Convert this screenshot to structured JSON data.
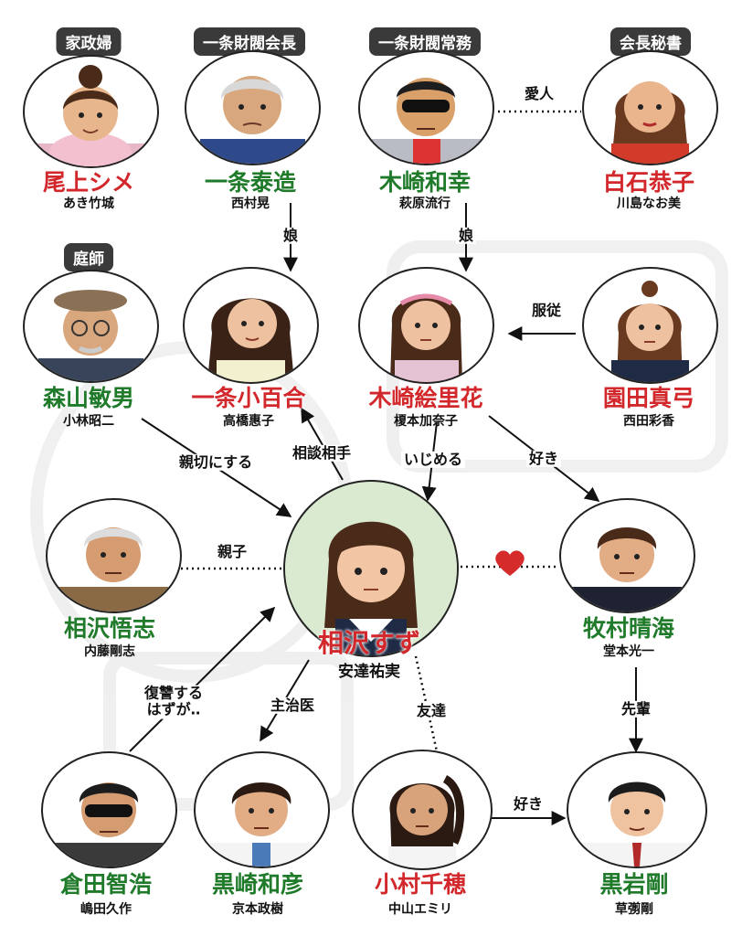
{
  "colors": {
    "protagonist_name": "#d2282c",
    "other_name": "#1f7a2a",
    "tag_bg": "#3a3a3a",
    "heart": "#d52b2b",
    "center_bg": "#d9ead0"
  },
  "characters": [
    {
      "id": "oue",
      "role": "家政婦",
      "name": "尾上シメ",
      "actor": "あき竹城",
      "name_color": "red"
    },
    {
      "id": "ichijo_taizo",
      "role": "一条財閥会長",
      "name": "一条泰造",
      "actor": "西村晃",
      "name_color": "green"
    },
    {
      "id": "kizaki_kazuyuki",
      "role": "一条財閥常務",
      "name": "木崎和幸",
      "actor": "萩原流行",
      "name_color": "green"
    },
    {
      "id": "shiraishi",
      "role": "会長秘書",
      "name": "白石恭子",
      "actor": "川島なお美",
      "name_color": "red"
    },
    {
      "id": "moriyama",
      "role": "庭師",
      "name": "森山敏男",
      "actor": "小林昭二",
      "name_color": "green"
    },
    {
      "id": "ichijo_sayuri",
      "name": "一条小百合",
      "actor": "高橋惠子",
      "name_color": "red"
    },
    {
      "id": "kizaki_erika",
      "name": "木崎絵里花",
      "actor": "榎本加奈子",
      "name_color": "red"
    },
    {
      "id": "sonoda",
      "name": "園田真弓",
      "actor": "西田彩香",
      "name_color": "red"
    },
    {
      "id": "aizawa_satoshi",
      "name": "相沢悟志",
      "actor": "内藤剛志",
      "name_color": "green"
    },
    {
      "id": "aizawa_suzu",
      "name": "相沢すず",
      "actor": "安達祐実",
      "name_color": "red"
    },
    {
      "id": "makimura",
      "name": "牧村晴海",
      "actor": "堂本光一",
      "name_color": "green"
    },
    {
      "id": "kurata",
      "name": "倉田智浩",
      "actor": "嶋田久作",
      "name_color": "green"
    },
    {
      "id": "kurosaki",
      "name": "黒崎和彦",
      "actor": "京本政樹",
      "name_color": "green"
    },
    {
      "id": "komura",
      "name": "小村千穂",
      "actor": "中山エミリ",
      "name_color": "red"
    },
    {
      "id": "kuroiwa",
      "name": "黒岩剛",
      "actor": "草彅剛",
      "name_color": "green"
    }
  ],
  "relations": [
    {
      "from": "ichijo_taizo",
      "to": "ichijo_sayuri",
      "label": "娘"
    },
    {
      "from": "kizaki_kazuyuki",
      "to": "kizaki_erika",
      "label": "娘"
    },
    {
      "from": "kizaki_kazuyuki",
      "to": "shiraishi",
      "label": "愛人"
    },
    {
      "from": "sonoda",
      "to": "kizaki_erika",
      "label": "服従"
    },
    {
      "from": "moriyama",
      "to": "aizawa_suzu",
      "label": "親切にする"
    },
    {
      "from": "aizawa_suzu",
      "to": "ichijo_sayuri",
      "label": "相談相手"
    },
    {
      "from": "kizaki_erika",
      "to": "aizawa_suzu",
      "label": "いじめる"
    },
    {
      "from": "kizaki_erika",
      "to": "makimura",
      "label": "好き"
    },
    {
      "from": "aizawa_satoshi",
      "to": "aizawa_suzu",
      "label": "親子"
    },
    {
      "from": "aizawa_suzu",
      "to": "makimura",
      "label": "heart"
    },
    {
      "from": "makimura",
      "to": "kuroiwa",
      "label": "先輩"
    },
    {
      "from": "kurata",
      "to": "aizawa_suzu",
      "label": "復讐する\nはずが‥"
    },
    {
      "from": "aizawa_suzu",
      "to": "kurosaki",
      "label": "主治医"
    },
    {
      "from": "aizawa_suzu",
      "to": "komura",
      "label": "友達"
    },
    {
      "from": "komura",
      "to": "kuroiwa",
      "label": "好き"
    }
  ]
}
